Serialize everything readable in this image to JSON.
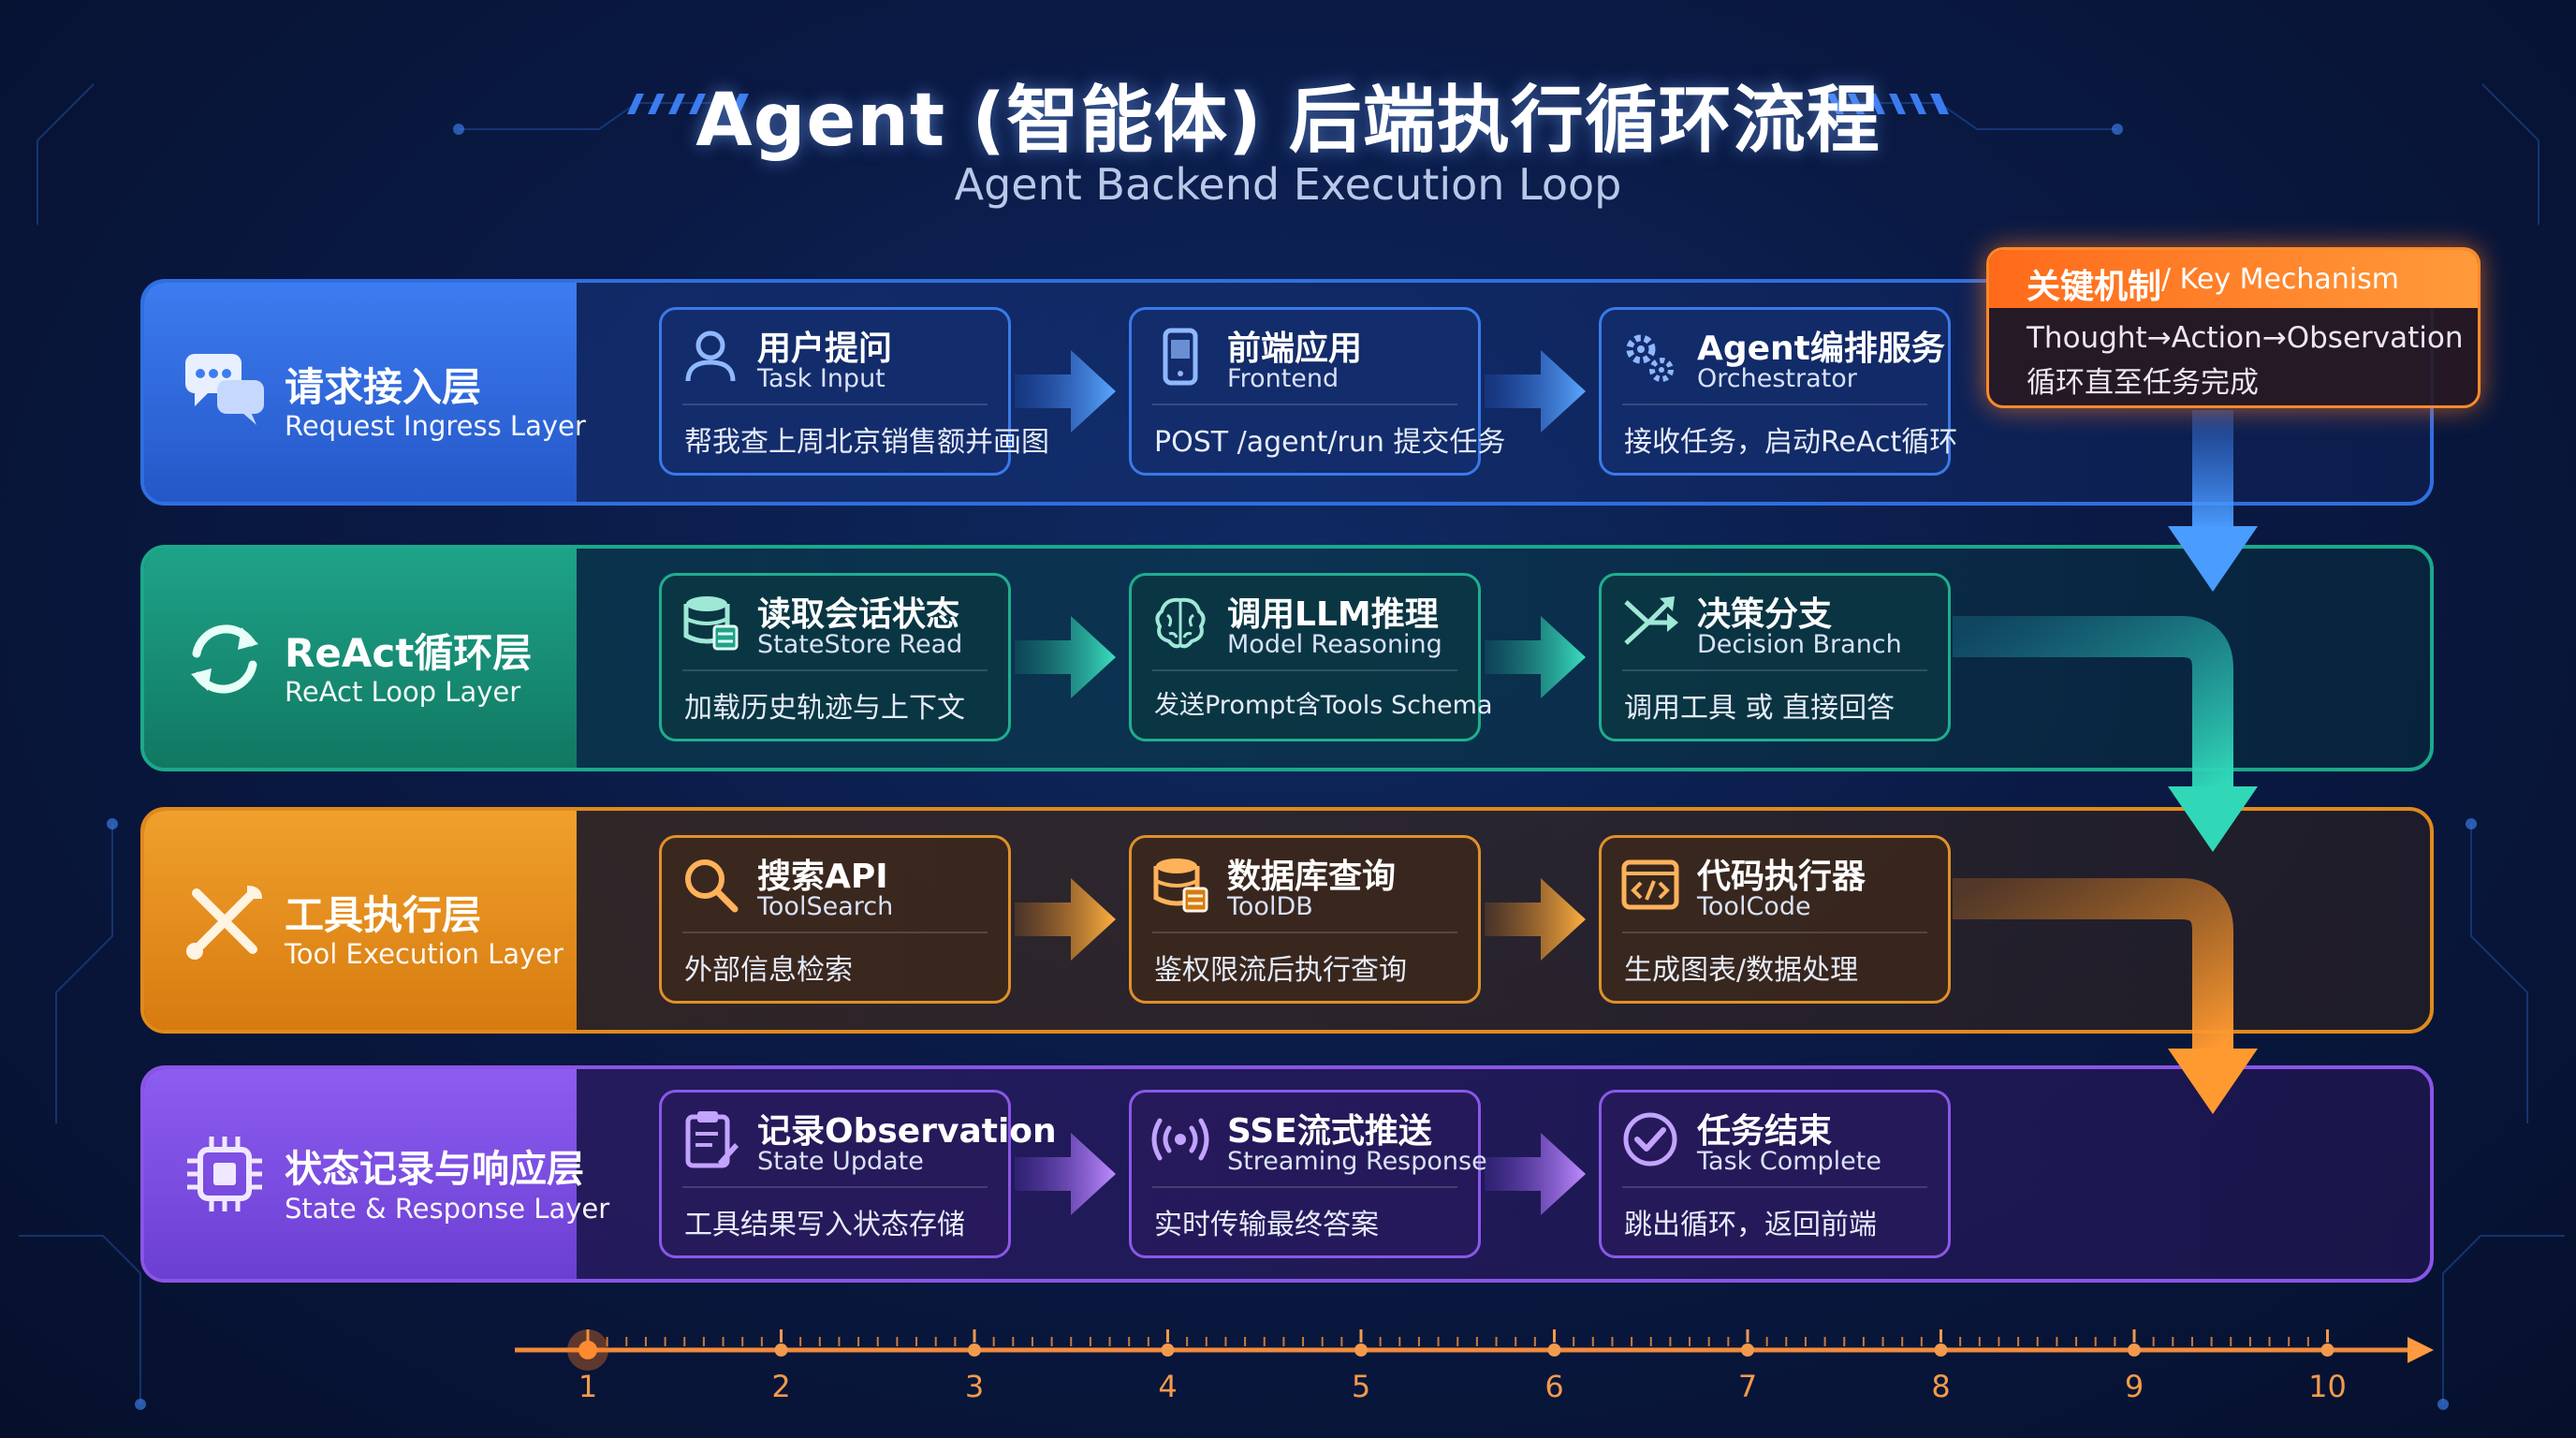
{
  "header": {
    "title": "Agent (智能体) 后端执行循环流程",
    "subtitle": "Agent Backend Execution Loop"
  },
  "key_mechanism": {
    "label_zh": "关键机制",
    "label_en": "/ Key Mechanism",
    "line1": "Thought→Action→Observation",
    "line2": "循环直至任务完成"
  },
  "layers": [
    {
      "name_zh": "请求接入层",
      "name_en": "Request Ingress Layer",
      "icon": "chat-bubbles-icon",
      "color": "#3d7cf0",
      "steps": [
        {
          "title": "用户提问",
          "subtitle": "Task Input",
          "desc": "帮我查上周北京销售额并画图",
          "icon": "user-icon"
        },
        {
          "title": "前端应用",
          "subtitle": "Frontend",
          "desc": "POST /agent/run 提交任务",
          "icon": "phone-icon"
        },
        {
          "title": "Agent编排服务",
          "subtitle": "Orchestrator",
          "desc": "接收任务，启动ReAct循环",
          "icon": "gears-icon"
        }
      ]
    },
    {
      "name_zh": "ReAct循环层",
      "name_en": "ReAct Loop Layer",
      "icon": "refresh-icon",
      "color": "#1ea388",
      "steps": [
        {
          "title": "读取会话状态",
          "subtitle": "StateStore Read",
          "desc": "加载历史轨迹与上下文",
          "icon": "database-icon"
        },
        {
          "title": "调用LLM推理",
          "subtitle": "Model Reasoning",
          "desc": "发送Prompt含Tools Schema",
          "icon": "brain-icon"
        },
        {
          "title": "决策分支",
          "subtitle": "Decision Branch",
          "desc": "调用工具 或 直接回答",
          "icon": "branch-icon"
        }
      ]
    },
    {
      "name_zh": "工具执行层",
      "name_en": "Tool Execution Layer",
      "icon": "tools-icon",
      "color": "#f0a02c",
      "steps": [
        {
          "title": "搜索API",
          "subtitle": "ToolSearch",
          "desc": "外部信息检索",
          "icon": "search-icon"
        },
        {
          "title": "数据库查询",
          "subtitle": "ToolDB",
          "desc": "鉴权限流后执行查询",
          "icon": "database-icon"
        },
        {
          "title": "代码执行器",
          "subtitle": "ToolCode",
          "desc": "生成图表/数据处理",
          "icon": "code-icon"
        }
      ]
    },
    {
      "name_zh": "状态记录与响应层",
      "name_en": "State & Response Layer",
      "icon": "chip-icon",
      "color": "#8d5cf0",
      "steps": [
        {
          "title": "记录Observation",
          "subtitle": "State Update",
          "desc": "工具结果写入状态存储",
          "icon": "clipboard-icon"
        },
        {
          "title": "SSE流式推送",
          "subtitle": "Streaming Response",
          "desc": "实时传输最终答案",
          "icon": "broadcast-icon"
        },
        {
          "title": "任务结束",
          "subtitle": "Task Complete",
          "desc": "跳出循环，返回前端",
          "icon": "check-circle-icon"
        }
      ]
    }
  ],
  "timeline": {
    "ticks": [
      "1",
      "2",
      "3",
      "4",
      "5",
      "6",
      "7",
      "8",
      "9",
      "10"
    ],
    "color": "#f29a4c"
  }
}
